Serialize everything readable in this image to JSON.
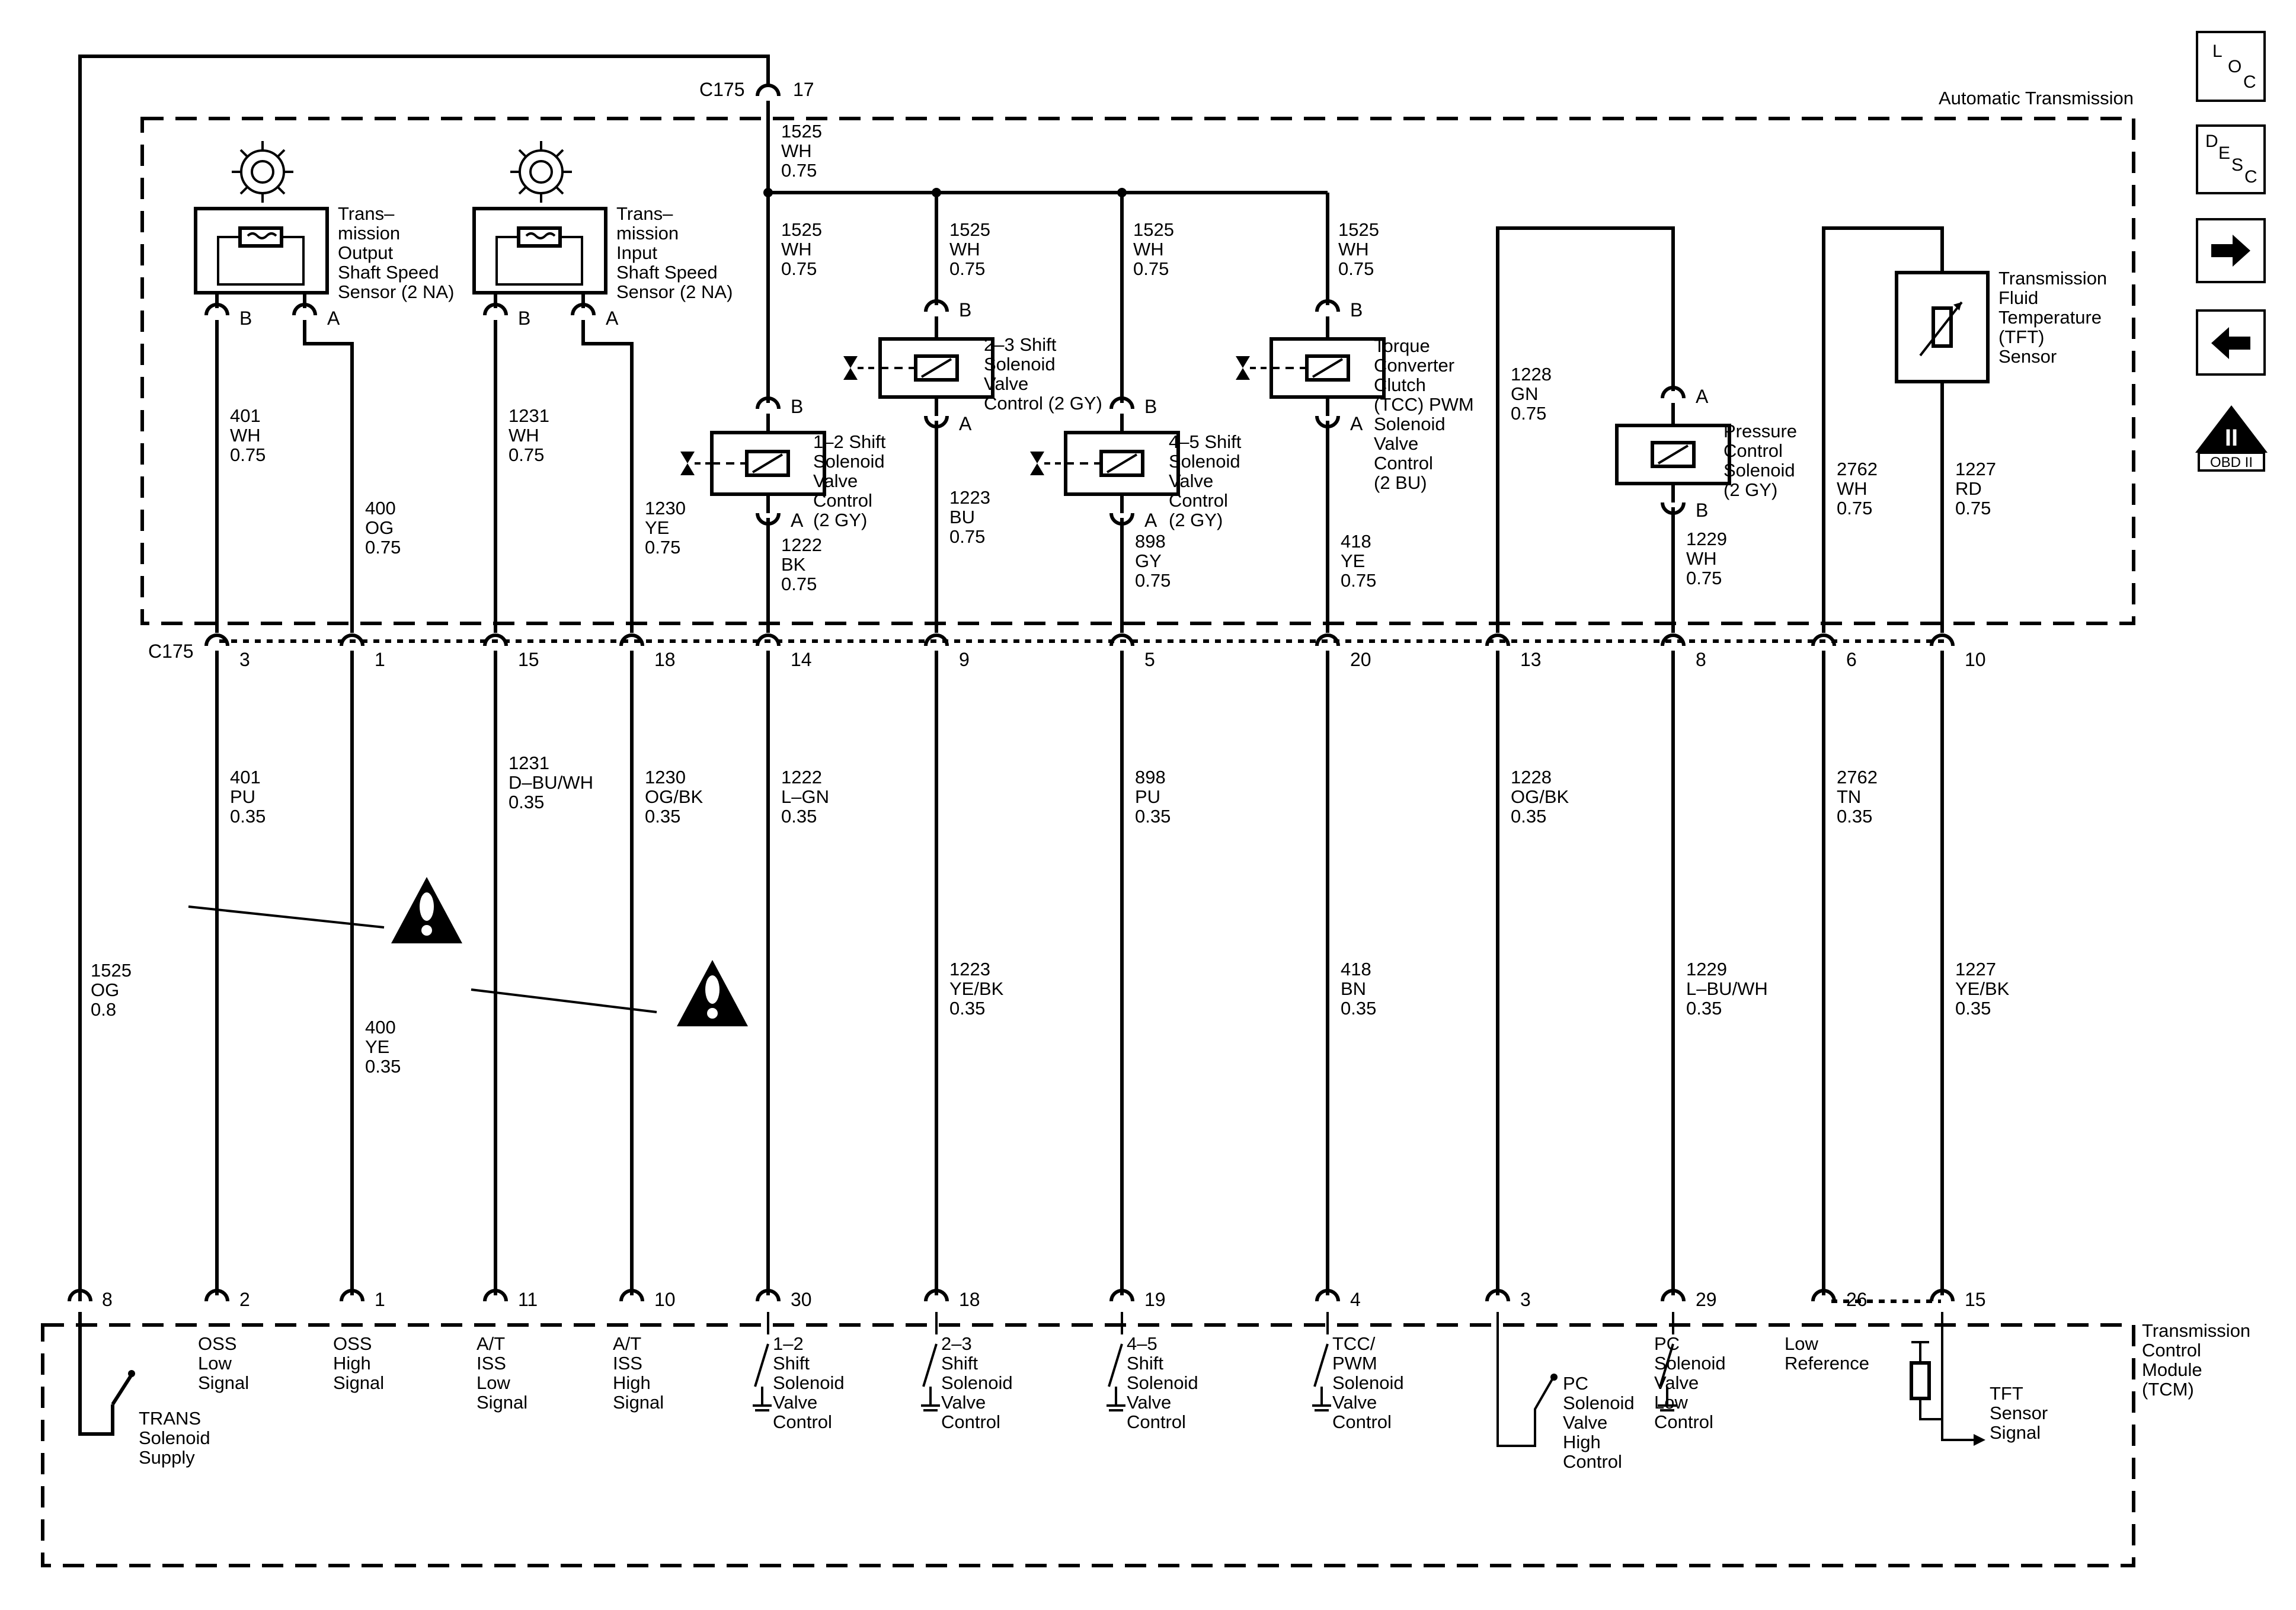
{
  "modules": {
    "automatic_transmission": "Automatic Transmission",
    "tcm": [
      "Transmission",
      "Control",
      "Module",
      "(TCM)"
    ]
  },
  "connectors": {
    "top": {
      "name": "C175",
      "pin": "17"
    },
    "mid": {
      "name": "C175"
    }
  },
  "feed": {
    "circuit": "1525",
    "color": "WH",
    "gauge": "0.75"
  },
  "supply_wire": {
    "circuit": "1525",
    "color": "OG",
    "gauge": "0.8",
    "tcm_pin": "8",
    "tcm_label": [
      "TRANS",
      "Solenoid",
      "Supply"
    ]
  },
  "sensors": [
    {
      "id": "oss",
      "label": [
        "Trans–",
        "mission",
        "Output",
        "Shaft Speed",
        "Sensor (2 NA)"
      ],
      "pins": [
        "B",
        "A"
      ]
    },
    {
      "id": "iss",
      "label": [
        "Trans–",
        "mission",
        "Input",
        "Shaft Speed",
        "Sensor (2 NA)"
      ],
      "pins": [
        "B",
        "A"
      ]
    }
  ],
  "solenoids": [
    {
      "id": "s12",
      "label": [
        "1–2 Shift",
        "Solenoid",
        "Valve",
        "Control",
        "(2 GY)"
      ],
      "pins": [
        "B",
        "A"
      ]
    },
    {
      "id": "s23",
      "label": [
        "2–3 Shift",
        "Solenoid",
        "Valve",
        "Control (2 GY)"
      ],
      "pins": [
        "B",
        "A"
      ]
    },
    {
      "id": "s45",
      "label": [
        "4–5 Shift",
        "Solenoid",
        "Valve",
        "Control",
        "(2 GY)"
      ],
      "pins": [
        "B",
        "A"
      ]
    },
    {
      "id": "tcc",
      "label": [
        "Torque",
        "Converter",
        "Clutch",
        "(TCC) PWM",
        "Solenoid",
        "Valve",
        "Control",
        "(2 BU)"
      ],
      "pins": [
        "B",
        "A"
      ]
    },
    {
      "id": "pc",
      "label": [
        "Pressure",
        "Control",
        "Solenoid",
        "(2 GY)"
      ],
      "pins": [
        "A",
        "B"
      ]
    }
  ],
  "tft_sensor": {
    "label": [
      "Transmission",
      "Fluid",
      "Temperature",
      "(TFT)",
      "Sensor"
    ]
  },
  "columns": [
    {
      "id": "c1",
      "upper": [
        "401",
        "WH",
        "0.75"
      ],
      "mid_pin": "3",
      "lower": [
        "401",
        "PU",
        "0.35"
      ],
      "tcm_pin": "2",
      "tcm_label": [
        "OSS",
        "Low",
        "Signal"
      ]
    },
    {
      "id": "c2",
      "upper": [
        "400",
        "OG",
        "0.75"
      ],
      "mid_pin": "1",
      "lower": [
        "400",
        "YE",
        "0.35"
      ],
      "tcm_pin": "1",
      "tcm_label": [
        "OSS",
        "High",
        "Signal"
      ]
    },
    {
      "id": "c3",
      "upper": [
        "1231",
        "WH",
        "0.75"
      ],
      "mid_pin": "15",
      "lower": [
        "1231",
        "D–BU/WH",
        "0.35"
      ],
      "tcm_pin": "11",
      "tcm_label": [
        "A/T",
        "ISS",
        "Low",
        "Signal"
      ]
    },
    {
      "id": "c4",
      "upper": [
        "1230",
        "YE",
        "0.75"
      ],
      "mid_pin": "18",
      "lower": [
        "1230",
        "OG/BK",
        "0.35"
      ],
      "tcm_pin": "10",
      "tcm_label": [
        "A/T",
        "ISS",
        "High",
        "Signal"
      ]
    },
    {
      "id": "c5",
      "upper": [
        "1222",
        "BK",
        "0.75"
      ],
      "mid_pin": "14",
      "lower": [
        "1222",
        "L–GN",
        "0.35"
      ],
      "tcm_pin": "30",
      "tcm_label": [
        "1–2",
        "Shift",
        "Solenoid",
        "Valve",
        "Control"
      ]
    },
    {
      "id": "c6",
      "upper": [
        "1223",
        "BU",
        "0.75"
      ],
      "mid_pin": "9",
      "lower": [
        "1223",
        "YE/BK",
        "0.35"
      ],
      "tcm_pin": "18",
      "tcm_label": [
        "2–3",
        "Shift",
        "Solenoid",
        "Valve",
        "Control"
      ]
    },
    {
      "id": "c7",
      "upper": [
        "898",
        "GY",
        "0.75"
      ],
      "mid_pin": "5",
      "lower": [
        "898",
        "PU",
        "0.35"
      ],
      "tcm_pin": "19",
      "tcm_label": [
        "4–5",
        "Shift",
        "Solenoid",
        "Valve",
        "Control"
      ]
    },
    {
      "id": "c8",
      "upper": [
        "418",
        "YE",
        "0.75"
      ],
      "mid_pin": "20",
      "lower": [
        "418",
        "BN",
        "0.35"
      ],
      "tcm_pin": "4",
      "tcm_label": [
        "TCC/",
        "PWM",
        "Solenoid",
        "Valve",
        "Control"
      ]
    },
    {
      "id": "c9",
      "upper": [
        "1228",
        "GN",
        "0.75"
      ],
      "mid_pin": "13",
      "lower": [
        "1228",
        "OG/BK",
        "0.35"
      ],
      "tcm_pin": "3",
      "tcm_label": [
        "PC",
        "Solenoid",
        "Valve",
        "High",
        "Control"
      ]
    },
    {
      "id": "c10",
      "upper": [
        "1229",
        "WH",
        "0.75"
      ],
      "mid_pin": "8",
      "lower": [
        "1229",
        "L–BU/WH",
        "0.35"
      ],
      "tcm_pin": "29",
      "tcm_label": [
        "PC",
        "Solenoid",
        "Valve",
        "Low",
        "Control"
      ]
    },
    {
      "id": "c11",
      "upper": [
        "2762",
        "WH",
        "0.75"
      ],
      "mid_pin": "6",
      "lower": [
        "2762",
        "TN",
        "0.35"
      ],
      "tcm_pin": "26",
      "tcm_label": [
        "Low",
        "Reference"
      ]
    },
    {
      "id": "c12",
      "upper": [
        "1227",
        "RD",
        "0.75"
      ],
      "mid_pin": "10",
      "lower": [
        "1227",
        "YE/BK",
        "0.35"
      ],
      "tcm_pin": "15",
      "tcm_label": [
        "TFT",
        "Sensor",
        "Signal"
      ]
    }
  ],
  "nav": {
    "loc": [
      "L",
      "O",
      "C"
    ],
    "desc": [
      "D",
      "E",
      "S",
      "C"
    ],
    "obd": "OBD II",
    "obd_numeral": "II"
  }
}
